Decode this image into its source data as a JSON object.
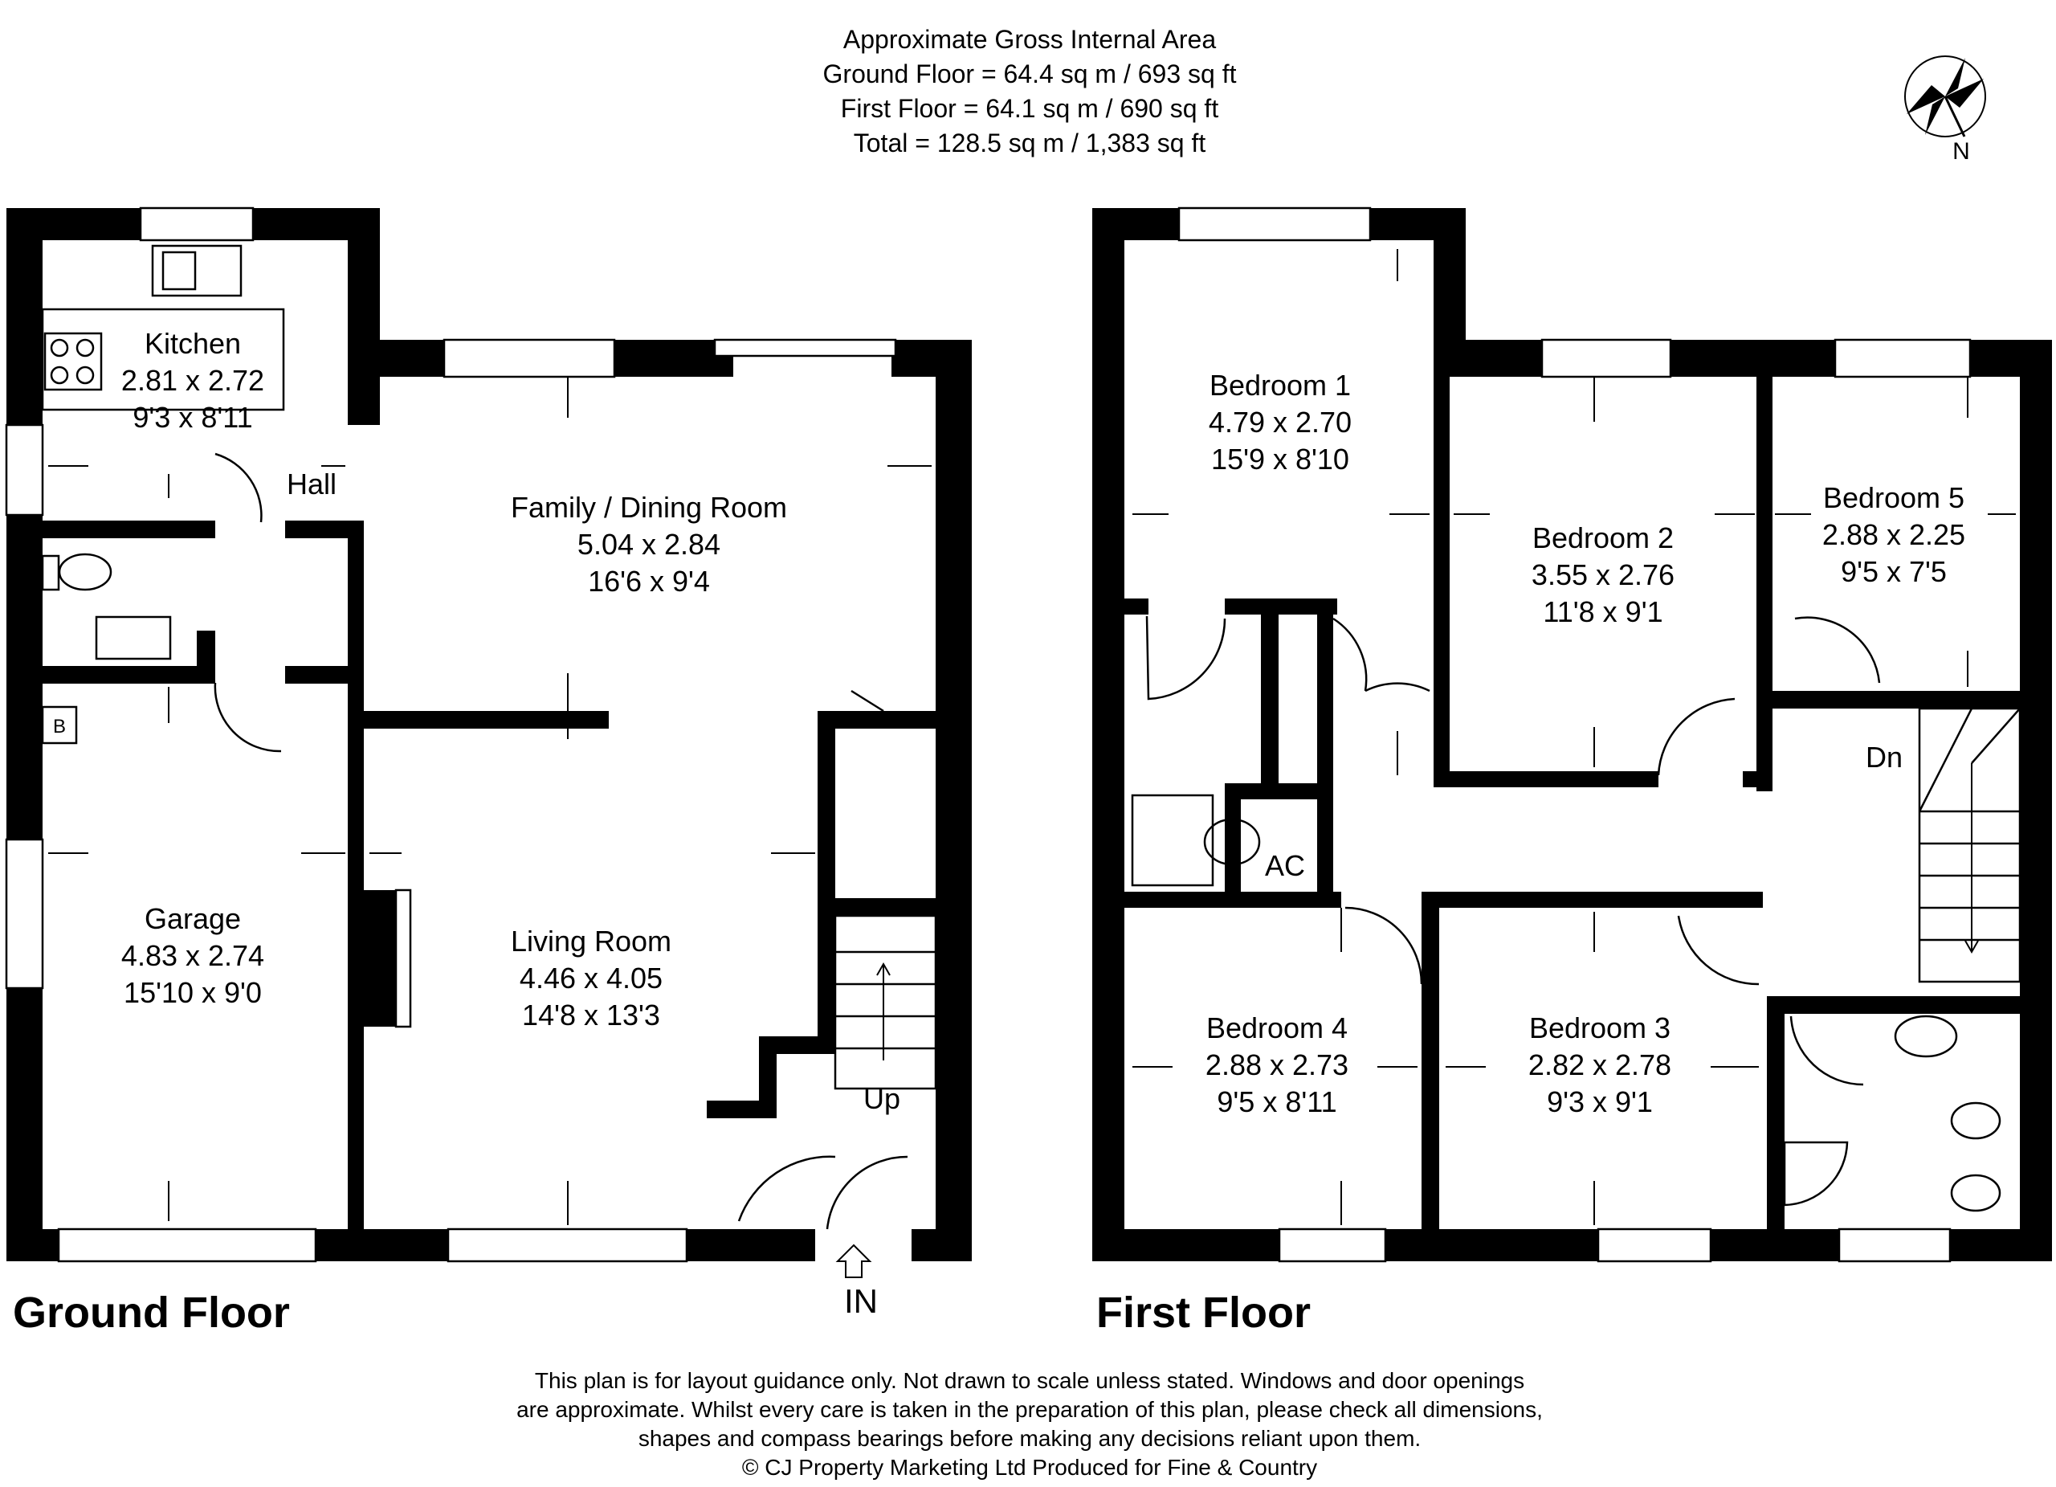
{
  "header": {
    "line1": "Approximate Gross Internal Area",
    "line2": "Ground Floor = 64.4 sq m / 693 sq ft",
    "line3": "First Floor = 64.1 sq m / 690 sq ft",
    "line4": "Total = 128.5 sq m / 1,383 sq ft"
  },
  "compass": {
    "label": "N",
    "icon": "compass-rose-icon"
  },
  "ground_floor": {
    "title": "Ground Floor",
    "entrance": "IN",
    "stairs": "Up",
    "boiler": "B",
    "hall": "Hall",
    "rooms": [
      {
        "id": "kitchen",
        "name": "Kitchen",
        "metric": "2.81 x 2.72",
        "imperial": "9'3 x 8'11"
      },
      {
        "id": "family",
        "name": "Family / Dining Room",
        "metric": "5.04 x 2.84",
        "imperial": "16'6 x 9'4"
      },
      {
        "id": "garage",
        "name": "Garage",
        "metric": "4.83 x 2.74",
        "imperial": "15'10 x 9'0"
      },
      {
        "id": "living",
        "name": "Living Room",
        "metric": "4.46 x 4.05",
        "imperial": "14'8 x 13'3"
      }
    ]
  },
  "first_floor": {
    "title": "First Floor",
    "stairs": "Dn",
    "airing_cupboard": "AC",
    "rooms": [
      {
        "id": "bed1",
        "name": "Bedroom 1",
        "metric": "4.79 x 2.70",
        "imperial": "15'9 x 8'10"
      },
      {
        "id": "bed2",
        "name": "Bedroom 2",
        "metric": "3.55 x 2.76",
        "imperial": "11'8 x 9'1"
      },
      {
        "id": "bed5",
        "name": "Bedroom 5",
        "metric": "2.88 x 2.25",
        "imperial": "9'5 x 7'5"
      },
      {
        "id": "bed4",
        "name": "Bedroom 4",
        "metric": "2.88 x 2.73",
        "imperial": "9'5 x 8'11"
      },
      {
        "id": "bed3",
        "name": "Bedroom 3",
        "metric": "2.82 x 2.78",
        "imperial": "9'3 x 9'1"
      }
    ]
  },
  "footer": {
    "line1": "This plan is for layout guidance only. Not drawn to scale unless stated. Windows and door openings",
    "line2": "are approximate. Whilst every care is taken in the preparation of this plan, please check all dimensions,",
    "line3": "shapes and compass bearings before making any decisions reliant upon them.",
    "line4": "© CJ Property Marketing Ltd Produced for Fine & Country"
  },
  "colors": {
    "wall": "#000000",
    "background": "#ffffff"
  }
}
